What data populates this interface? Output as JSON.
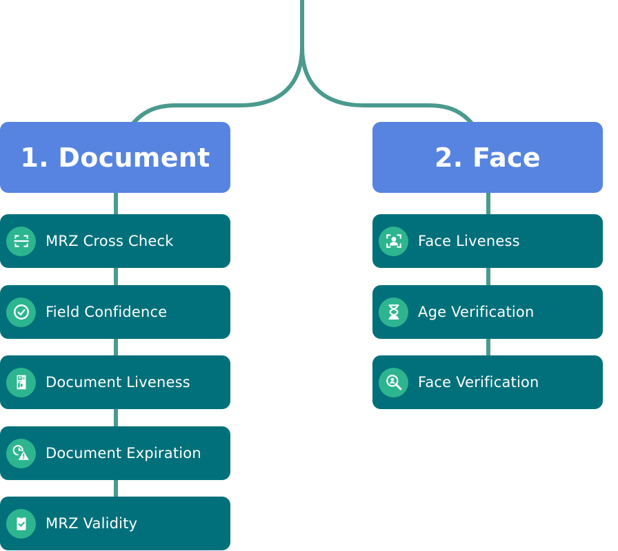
{
  "colors": {
    "connector": "#4a9a8e",
    "header_bg": "#5684e0",
    "item_bg": "#02707a",
    "icon_circle": "#2db58f",
    "text": "#ffffff"
  },
  "branches": [
    {
      "title": "1. Document",
      "items": [
        {
          "label": "MRZ Cross Check",
          "icon": "scan-icon"
        },
        {
          "label": "Field Confidence",
          "icon": "check-circle-icon"
        },
        {
          "label": "Document Liveness",
          "icon": "id-document-icon"
        },
        {
          "label": "Document Expiration",
          "icon": "clock-warning-icon"
        },
        {
          "label": "MRZ Validity",
          "icon": "clipboard-check-icon"
        }
      ]
    },
    {
      "title": "2. Face",
      "items": [
        {
          "label": "Face Liveness",
          "icon": "face-scan-icon"
        },
        {
          "label": "Age Verification",
          "icon": "hourglass-icon"
        },
        {
          "label": "Face Verification",
          "icon": "person-search-icon"
        }
      ]
    }
  ]
}
